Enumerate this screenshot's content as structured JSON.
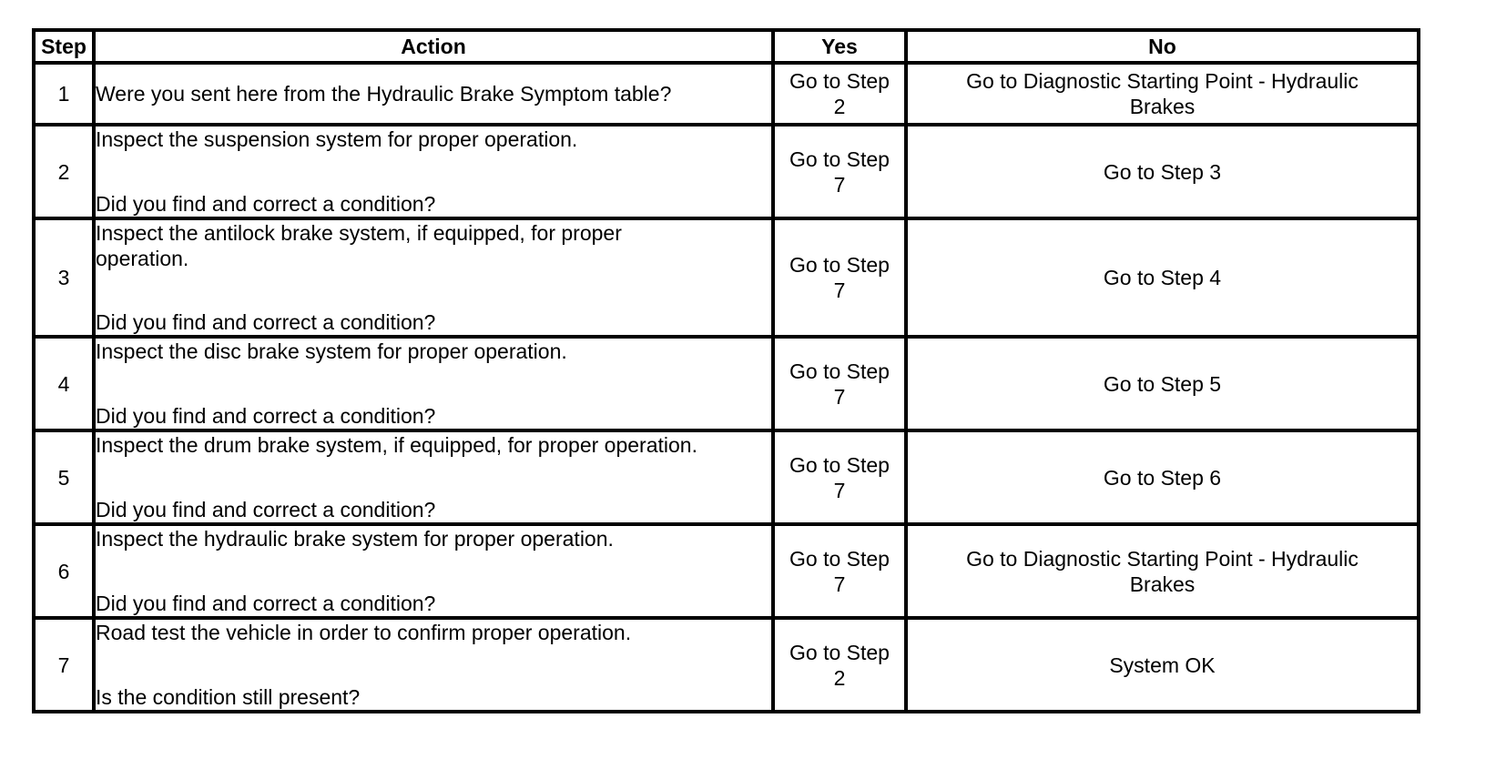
{
  "headers": {
    "step": "Step",
    "action": "Action",
    "yes": "Yes",
    "no": "No"
  },
  "rows": [
    {
      "step": "1",
      "action_top": "Were you sent here from the Hydraulic Brake Symptom table?",
      "action_bottom": "",
      "yes_line1": "Go to Step",
      "yes_line2": "2",
      "no_line1": "Go to Diagnostic Starting Point - Hydraulic",
      "no_line2": "Brakes"
    },
    {
      "step": "2",
      "action_top": "Inspect the suspension system for proper operation.",
      "action_bottom": "Did you find and correct a condition?",
      "yes_line1": "Go to Step",
      "yes_line2": "7",
      "no_line1": "",
      "no_line2": "Go to Step 3"
    },
    {
      "step": "3",
      "action_top": "Inspect the antilock brake system, if equipped, for proper operation.",
      "action_bottom": "Did you find and correct a condition?",
      "yes_line1": "Go to Step",
      "yes_line2": "7",
      "no_line1": "",
      "no_line2": "Go to Step 4"
    },
    {
      "step": "4",
      "action_top": "Inspect the disc brake system for proper operation.",
      "action_bottom": "Did you find and correct a condition?",
      "yes_line1": "Go to Step",
      "yes_line2": "7",
      "no_line1": "",
      "no_line2": "Go to Step 5"
    },
    {
      "step": "5",
      "action_top": "Inspect the drum brake system, if equipped, for proper operation.",
      "action_bottom": "Did you find and correct a condition?",
      "yes_line1": "Go to Step",
      "yes_line2": "7",
      "no_line1": "",
      "no_line2": "Go to Step 6"
    },
    {
      "step": "6",
      "action_top": "Inspect the hydraulic brake system for proper operation.",
      "action_bottom": "Did you find and correct a condition?",
      "yes_line1": "Go to Step",
      "yes_line2": "7",
      "no_line1": "Go to Diagnostic Starting Point - Hydraulic",
      "no_line2": "Brakes"
    },
    {
      "step": "7",
      "action_top": "Road test the vehicle in order to confirm proper operation.",
      "action_bottom": "Is the condition still present?",
      "yes_line1": "Go to Step",
      "yes_line2": "2",
      "no_line1": "",
      "no_line2": "System OK"
    }
  ]
}
